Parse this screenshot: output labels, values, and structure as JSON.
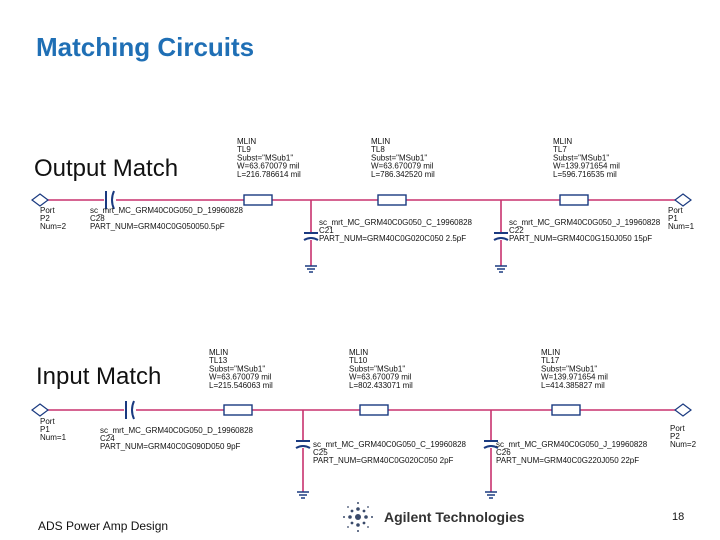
{
  "slide": {
    "title": "Matching Circuits",
    "footer": "ADS Power Amp Design",
    "company": "Agilent Technologies",
    "page_number": "18",
    "colors": {
      "title": "#1f6fb5",
      "wire": "#c8326e",
      "component": "#1a3a80"
    }
  },
  "output_match": {
    "label": "Output Match",
    "port_left": {
      "lines": [
        "Port",
        "P2",
        "Num=2"
      ]
    },
    "port_right": {
      "lines": [
        "Port",
        "P1",
        "Num=1"
      ]
    },
    "series_cap": {
      "lines": [
        "sc_mrt_MC_GRM40C0G050_D_19960828",
        "C28",
        "PART_NUM=GRM40C0G050050.5pF"
      ]
    },
    "tl1": {
      "lines": [
        "MLIN",
        "TL9",
        "Subst=\"MSub1\"",
        "W=63.670079 mil",
        "L=216.786614 mil"
      ]
    },
    "tl2": {
      "lines": [
        "MLIN",
        "TL8",
        "Subst=\"MSub1\"",
        "W=63.670079 mil",
        "L=786.342520 mil"
      ]
    },
    "tl3": {
      "lines": [
        "MLIN",
        "TL7",
        "Subst=\"MSub1\"",
        "W=139.971654 mil",
        "L=596.716535 mil"
      ]
    },
    "shunt1": {
      "lines": [
        "sc_mrt_MC_GRM40C0G050_C_19960828",
        "C21",
        "PART_NUM=GRM40C0G020C050 2.5pF"
      ]
    },
    "shunt2": {
      "lines": [
        "sc_mrt_MC_GRM40C0G050_J_19960828",
        "C22",
        "PART_NUM=GRM40C0G150J050 15pF"
      ]
    }
  },
  "input_match": {
    "label": "Input Match",
    "port_left": {
      "lines": [
        "Port",
        "P1",
        "Num=1"
      ]
    },
    "port_right": {
      "lines": [
        "Port",
        "P2",
        "Num=2"
      ]
    },
    "series_cap": {
      "lines": [
        "sc_mrt_MC_GRM40C0G050_D_19960828",
        "C24",
        "PART_NUM=GRM40C0G090D050 9pF"
      ]
    },
    "tl1": {
      "lines": [
        "MLIN",
        "TL13",
        "Subst=\"MSub1\"",
        "W=63.670079 mil",
        "L=215.546063 mil"
      ]
    },
    "tl2": {
      "lines": [
        "MLIN",
        "TL10",
        "Subst=\"MSub1\"",
        "W=63.670079 mil",
        "L=802.433071 mil"
      ]
    },
    "tl3": {
      "lines": [
        "MLIN",
        "TL17",
        "Subst=\"MSub1\"",
        "W=139.971654 mil",
        "L=414.385827 mil"
      ]
    },
    "shunt1": {
      "lines": [
        "sc_mrt_MC_GRM40C0G050_C_19960828",
        "C25",
        "PART_NUM=GRM40C0G020C050 2pF"
      ]
    },
    "shunt2": {
      "lines": [
        "sc_mrt_MC_GRM40C0G050_J_19960828",
        "C26",
        "PART_NUM=GRM40C0G220J050 22pF"
      ]
    }
  }
}
